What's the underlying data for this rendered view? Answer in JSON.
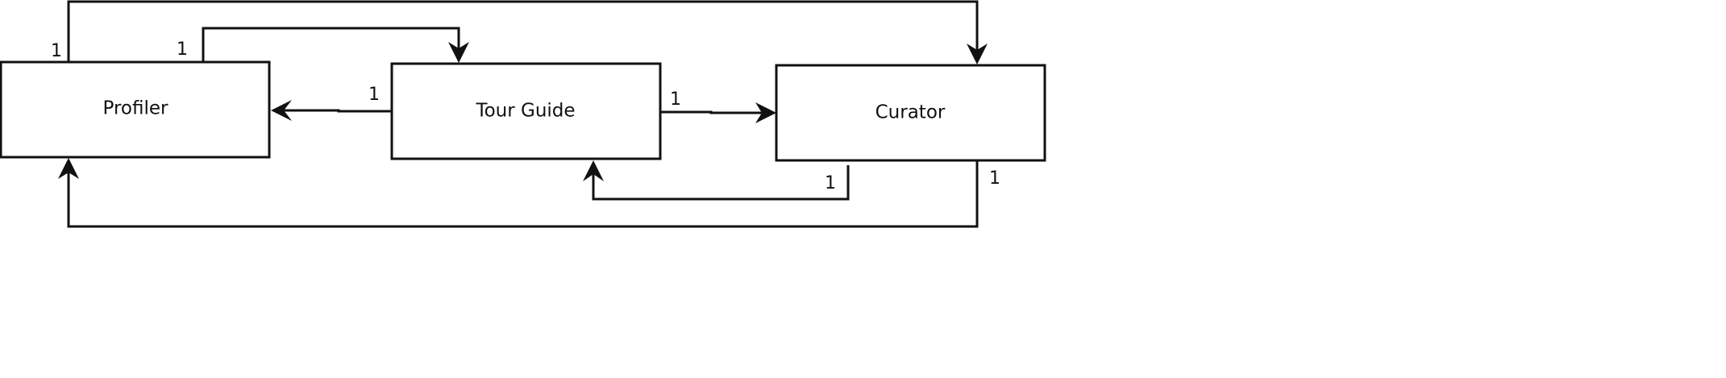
{
  "nodes": {
    "profiler": {
      "label": "Profiler"
    },
    "tour_guide": {
      "label": "Tour Guide"
    },
    "curator": {
      "label": "Curator"
    }
  },
  "multiplicities": {
    "profiler_top_left": "1",
    "profiler_top_right": "1",
    "tourguide_left": "1",
    "tourguide_right": "1",
    "curator_bottom_inner": "1",
    "curator_bottom_outer": "1"
  },
  "colors": {
    "stroke": "#111111",
    "background": "#ffffff"
  }
}
